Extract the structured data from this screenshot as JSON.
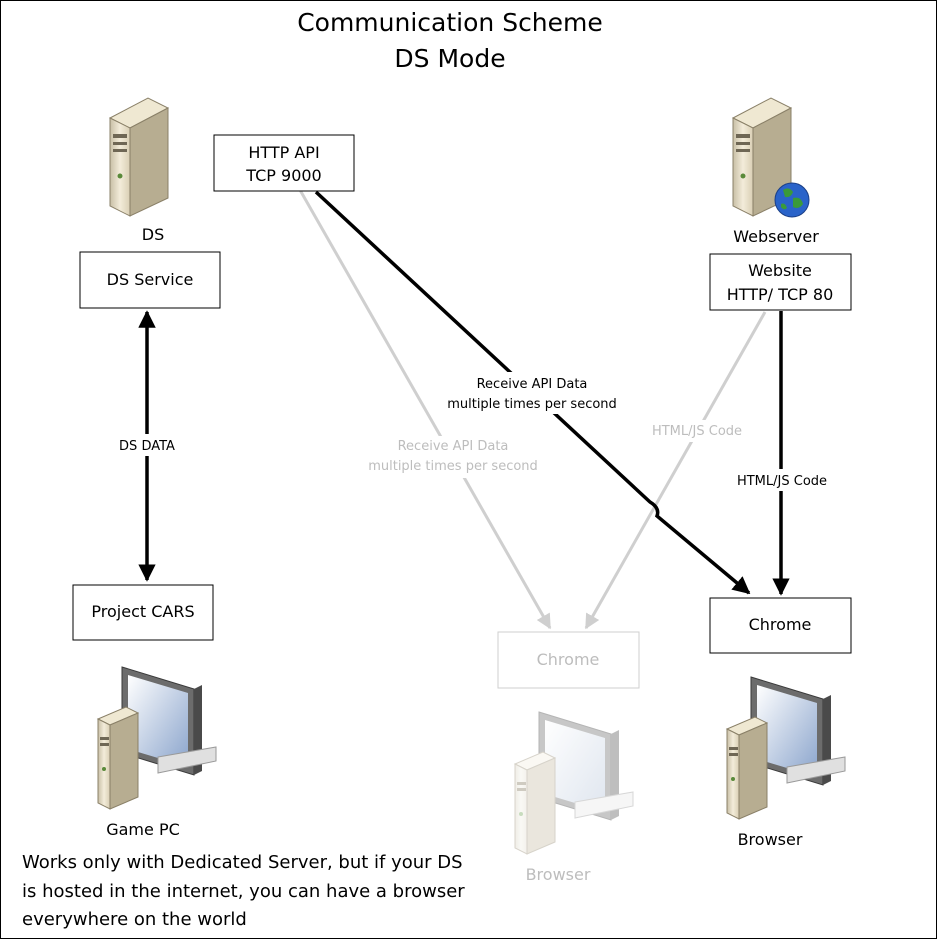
{
  "title": {
    "line1": "Communication Scheme",
    "line2": "DS Mode"
  },
  "nodes": {
    "ds_server": {
      "label": "DS",
      "icon": "server-icon"
    },
    "webserver": {
      "label": "Webserver",
      "icon": "web-server-icon"
    },
    "game_pc": {
      "label": "Game PC",
      "icon": "workstation-icon"
    },
    "browser_active": {
      "label": "Browser",
      "icon": "workstation-icon"
    },
    "browser_ghost": {
      "label": "Browser",
      "icon": "workstation-icon"
    }
  },
  "boxes": {
    "http_api": {
      "line1": "HTTP API",
      "line2": "TCP 9000"
    },
    "ds_service": {
      "label": "DS Service"
    },
    "website": {
      "line1": "Website",
      "line2": "HTTP/ TCP 80"
    },
    "project_cars": {
      "label": "Project CARS"
    },
    "chrome_active": {
      "label": "Chrome"
    },
    "chrome_ghost": {
      "label": "Chrome"
    }
  },
  "connectors": {
    "ds_data": {
      "label": "DS DATA"
    },
    "api_to_chrome": {
      "line1": "Receive API Data",
      "line2": "multiple times per second"
    },
    "api_to_chrome_ghost": {
      "line1": "Receive API Data",
      "line2": "multiple times per second"
    },
    "web_to_chrome": {
      "label": "HTML/JS Code"
    },
    "web_to_chrome_ghost": {
      "label": "HTML/JS Code"
    }
  },
  "note": {
    "line1": "Works only with Dedicated Server, but if your DS",
    "line2": "is hosted in the internet, you can have a browser",
    "line3": "everywhere on the world"
  },
  "colors": {
    "active": "#000000",
    "ghost": "#c8c8c8",
    "ghost_text": "#bdbdbd"
  }
}
